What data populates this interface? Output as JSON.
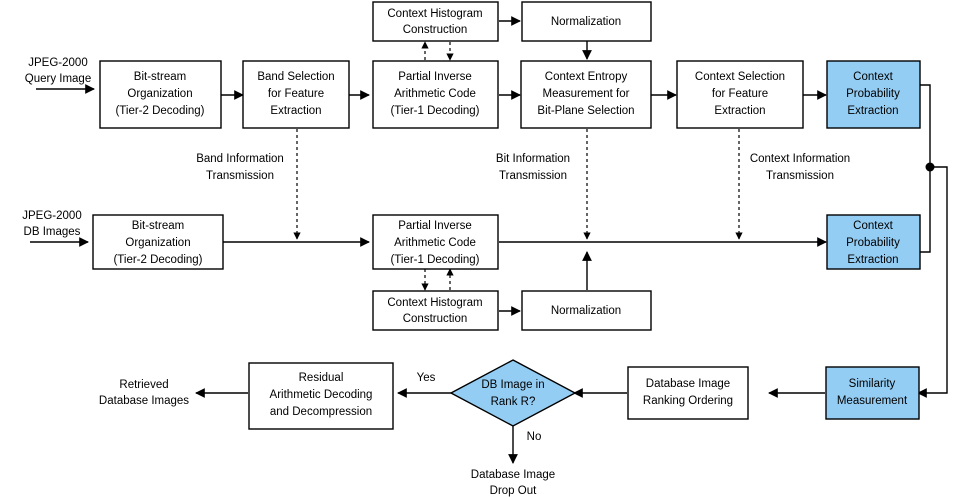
{
  "diagram": {
    "title": "JPEG-2000 Compressed-Domain Image Retrieval Flowchart",
    "colors": {
      "accent": "#94cdf4",
      "stroke": "#000000",
      "background": "#ffffff"
    },
    "nodes": {
      "query_input": "JPEG-2000\nQuery Image",
      "db_input": "JPEG-2000\nDB Images",
      "top_bitstream": "Bit-stream\nOrganization\n(Tier-2 Decoding)",
      "band_selection": "Band Selection\nfor Feature\nExtraction",
      "top_partial_inverse": "Partial Inverse\nArithmetic Code\n(Tier-1 Decoding)",
      "top_context_histogram": "Context Histogram\nConstruction",
      "top_normalization": "Normalization",
      "context_entropy": "Context Entropy\nMeasurement for\nBit-Plane Selection",
      "context_selection": "Context Selection\nfor Feature\nExtraction",
      "top_context_probability": "Context\nProbability\nExtraction",
      "mid_bitstream": "Bit-stream\nOrganization\n(Tier-2 Decoding)",
      "mid_partial_inverse": "Partial Inverse\nArithmetic Code\n(Tier-1 Decoding)",
      "mid_context_histogram": "Context Histogram\nConstruction",
      "mid_normalization": "Normalization",
      "mid_context_probability": "Context\nProbability\nExtraction",
      "similarity_measurement": "Similarity\nMeasurement",
      "ranking_ordering": "Database Image\nRanking Ordering",
      "decision": "DB Image in\nRank R?",
      "decision_line1": "DB Image in",
      "decision_line2_prefix": "Rank ",
      "decision_line2_italic": "R",
      "decision_line2_suffix": "?",
      "residual_decoding": "Residual\nArithmetic Decoding\nand Decompression",
      "retrieved_output": "Retrieved\nDatabase Images",
      "drop_out": "Database Image\nDrop Out"
    },
    "edge_labels": {
      "band_info": "Band Information\nTransmission",
      "bit_info": "Bit Information\nTransmission",
      "context_info": "Context Information\nTransmission",
      "yes": "Yes",
      "no": "No"
    },
    "node_lines": {
      "query_input": [
        "JPEG-2000",
        "Query Image"
      ],
      "db_input": [
        "JPEG-2000",
        "DB Images"
      ],
      "top_bitstream": [
        "Bit-stream",
        "Organization",
        "(Tier-2 Decoding)"
      ],
      "band_selection": [
        "Band Selection",
        "for Feature",
        "Extraction"
      ],
      "top_partial_inverse": [
        "Partial Inverse",
        "Arithmetic Code",
        "(Tier-1 Decoding)"
      ],
      "top_context_histogram": [
        "Context Histogram",
        "Construction"
      ],
      "top_normalization": [
        "Normalization"
      ],
      "context_entropy": [
        "Context Entropy",
        "Measurement for",
        "Bit-Plane Selection"
      ],
      "context_selection": [
        "Context Selection",
        "for Feature",
        "Extraction"
      ],
      "top_context_probability": [
        "Context",
        "Probability",
        "Extraction"
      ],
      "mid_bitstream": [
        "Bit-stream",
        "Organization",
        "(Tier-2 Decoding)"
      ],
      "mid_partial_inverse": [
        "Partial Inverse",
        "Arithmetic Code",
        "(Tier-1 Decoding)"
      ],
      "mid_context_histogram": [
        "Context Histogram",
        "Construction"
      ],
      "mid_normalization": [
        "Normalization"
      ],
      "mid_context_probability": [
        "Context",
        "Probability",
        "Extraction"
      ],
      "similarity_measurement": [
        "Similarity",
        "Measurement"
      ],
      "ranking_ordering": [
        "Database Image",
        "Ranking Ordering"
      ],
      "residual_decoding": [
        "Residual",
        "Arithmetic Decoding",
        "and Decompression"
      ],
      "retrieved_output": [
        "Retrieved",
        "Database Images"
      ],
      "drop_out": [
        "Database Image",
        "Drop Out"
      ],
      "band_info": [
        "Band Information",
        "Transmission"
      ],
      "bit_info": [
        "Bit Information",
        "Transmission"
      ],
      "context_info": [
        "Context Information",
        "Transmission"
      ]
    }
  }
}
